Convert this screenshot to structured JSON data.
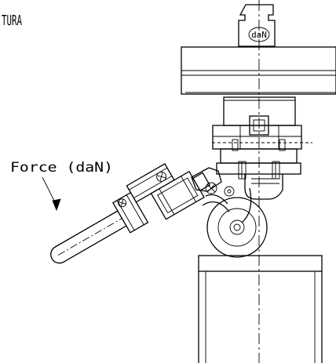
{
  "corner_label": "TURA",
  "weight_label": "daN",
  "force_label": "Force (daN)"
}
